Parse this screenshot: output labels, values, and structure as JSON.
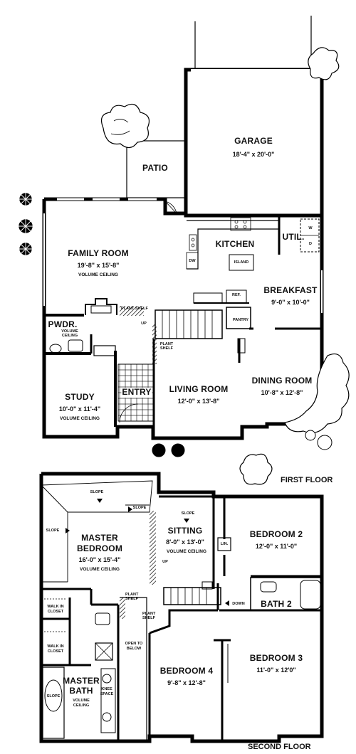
{
  "first_floor": {
    "label": "FIRST FLOOR",
    "rooms": {
      "garage": {
        "name": "GARAGE",
        "dim": "18'-4\" x 20'-0\""
      },
      "patio": {
        "name": "PATIO"
      },
      "family_room": {
        "name": "FAMILY ROOM",
        "dim": "19'-8\" x 15'-8\"",
        "note": "VOLUME CEILING"
      },
      "kitchen": {
        "name": "KITCHEN"
      },
      "util": {
        "name": "UTIL."
      },
      "island": {
        "name": "ISLAND"
      },
      "dw": {
        "name": "DW"
      },
      "ref": {
        "name": "REF."
      },
      "breakfast": {
        "name": "BREAKFAST",
        "dim": "9'-0\" x 10'-0\""
      },
      "pantry": {
        "name": "PANTRY"
      },
      "pwdr": {
        "name": "PWDR.",
        "note": "VOLUME CEILING"
      },
      "study": {
        "name": "STUDY",
        "dim": "10'-0\" x 11'-4\"",
        "note": "VOLUME CEILING"
      },
      "entry": {
        "name": "ENTRY"
      },
      "living_room": {
        "name": "LIVING ROOM",
        "dim": "12'-0\" x 13'-8\""
      },
      "dining_room": {
        "name": "DINING ROOM",
        "dim": "10'-8\" x 12'-8\""
      }
    },
    "notes": {
      "plant_shelf_1": "PLANT SHELF",
      "plant_shelf_2": "PLANT SHELF",
      "up": "UP",
      "w": "W",
      "d": "D"
    }
  },
  "second_floor": {
    "label": "SECOND FLOOR",
    "rooms": {
      "master_bedroom": {
        "name1": "MASTER",
        "name2": "BEDROOM",
        "dim": "16'-0\" x 15'-4\"",
        "note": "VOLUME CEILING"
      },
      "sitting": {
        "name": "SITTING",
        "dim": "8'-0\" x 13'-0\"",
        "note": "VOLUME CEILING"
      },
      "bedroom2": {
        "name": "BEDROOM 2",
        "dim": "12'-0\" x 11'-0\""
      },
      "lin": {
        "name": "LIN."
      },
      "bath2": {
        "name": "BATH 2"
      },
      "walk_in_1": {
        "name1": "WALK IN",
        "name2": "CLOSET"
      },
      "walk_in_2": {
        "name1": "WALK IN",
        "name2": "CLOSET"
      },
      "open_below": {
        "name1": "OPEN TO",
        "name2": "BELOW"
      },
      "master_bath": {
        "name1": "MASTER",
        "name2": "BATH",
        "note1": "VOLUME",
        "note2": "CEILING"
      },
      "knee_space": {
        "name1": "KNEE",
        "name2": "SPACE"
      },
      "bedroom4": {
        "name": "BEDROOM 4",
        "dim": "9'-8\" x 12'-8\""
      },
      "bedroom3": {
        "name": "BEDROOM 3",
        "dim": "11'-0\" x 12'0\""
      }
    },
    "notes": {
      "slope_top": "SLOPE",
      "slope_right": "SLOPE",
      "slope_left": "SLOPE",
      "slope_sitting": "SLOPE",
      "slope_tub": "SLOPE",
      "up": "UP",
      "down": "DOWN",
      "plant_shelf_1": "PLANT SHELF",
      "plant_shelf_2": "PLANT SHELF"
    }
  }
}
